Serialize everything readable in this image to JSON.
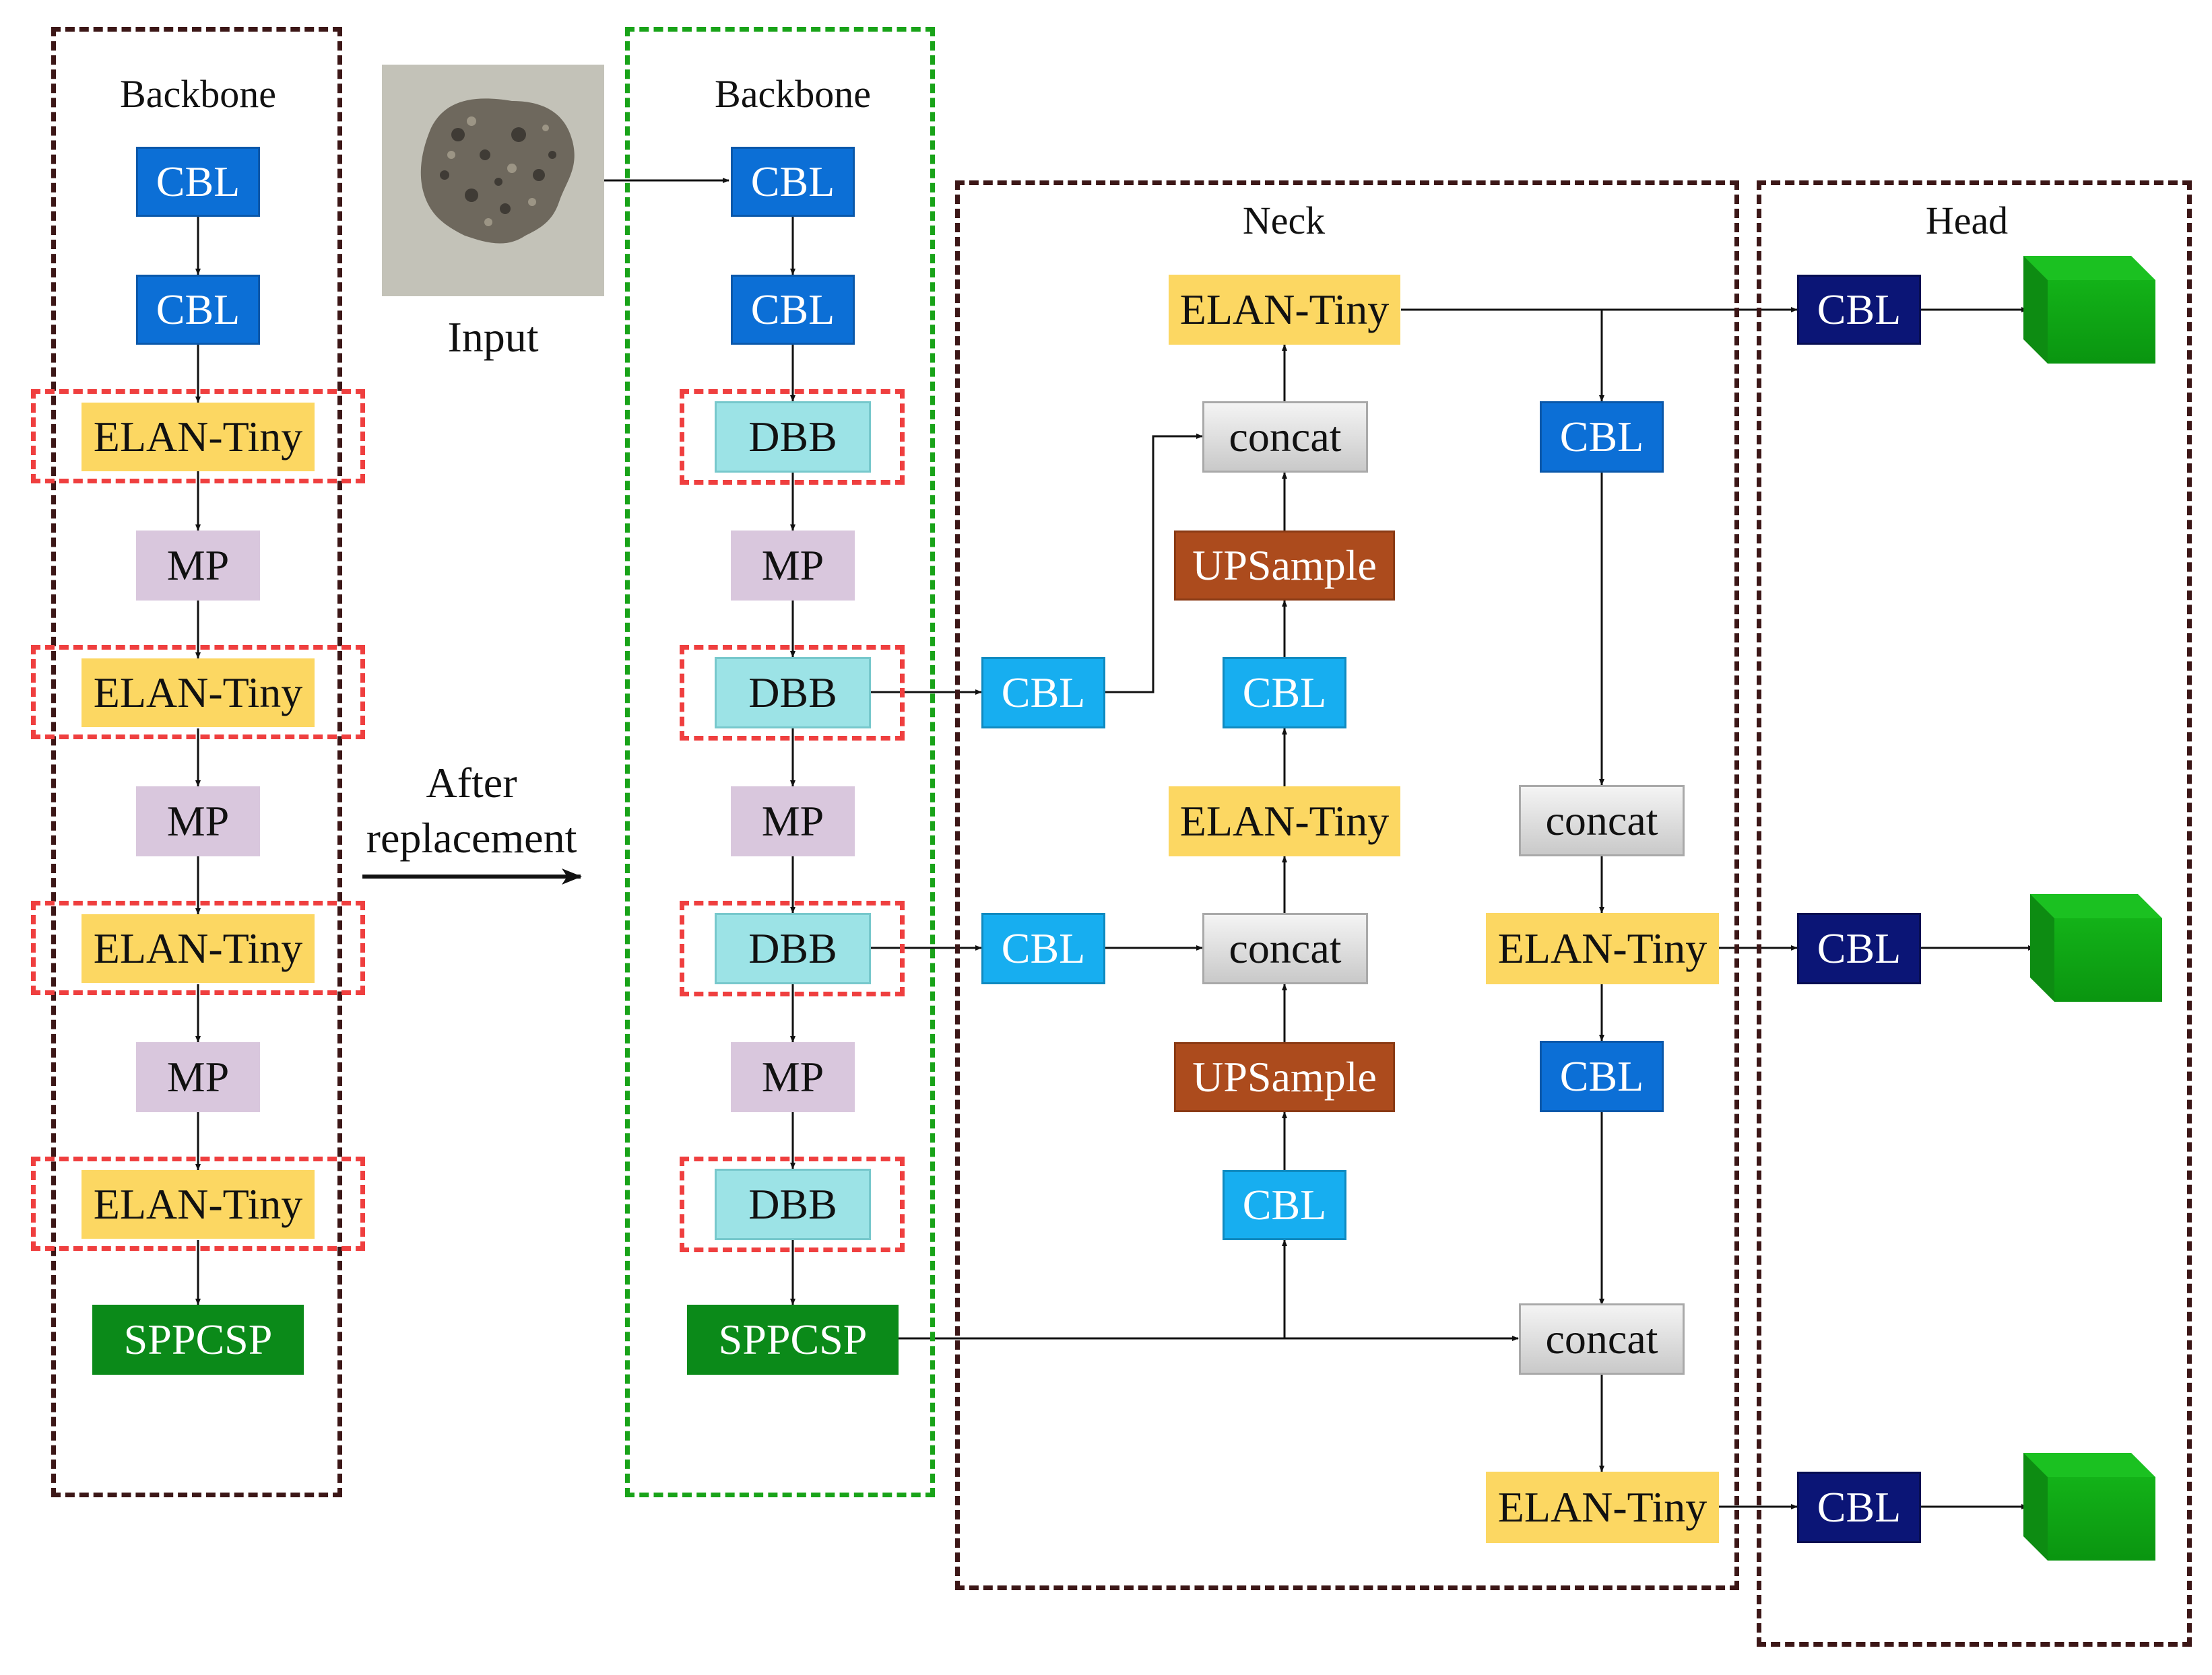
{
  "left_backbone": {
    "title": "Backbone",
    "blocks": [
      "CBL",
      "CBL",
      "ELAN-Tiny",
      "MP",
      "ELAN-Tiny",
      "MP",
      "ELAN-Tiny",
      "MP",
      "ELAN-Tiny",
      "SPPCSP"
    ]
  },
  "input": {
    "label": "Input"
  },
  "arrow_text": {
    "line1": "After",
    "line2": "replacement"
  },
  "new_backbone": {
    "title": "Backbone",
    "blocks": [
      "CBL",
      "CBL",
      "DBB",
      "MP",
      "DBB",
      "MP",
      "DBB",
      "MP",
      "DBB",
      "SPPCSP"
    ]
  },
  "neck": {
    "title": "Neck",
    "lateral_cbl_1": "CBL",
    "lateral_cbl_2": "CBL",
    "top_path": {
      "elan_top": "ELAN-Tiny",
      "concat_top": "concat",
      "upsample_top": "UPSample",
      "cbl_mid": "CBL",
      "elan_mid": "ELAN-Tiny",
      "concat_mid": "concat",
      "upsample_low": "UPSample",
      "cbl_low": "CBL"
    },
    "right_path": {
      "cbl_top": "CBL",
      "concat_1": "concat",
      "elan_1": "ELAN-Tiny",
      "cbl_mid": "CBL",
      "concat_2": "concat",
      "elan_2": "ELAN-Tiny"
    }
  },
  "head": {
    "title": "Head",
    "cbl": [
      "CBL",
      "CBL",
      "CBL"
    ]
  },
  "colors": {
    "frame_dark": "#3c1717",
    "frame_green": "#19a319",
    "frame_red": "#ef3f3f",
    "cbl_blue": "#0c6fd6",
    "cbl_light": "#17aef0",
    "cbl_navy": "#0b1576",
    "elan": "#fcd762",
    "mp": "#d9c7dd",
    "dbb": "#9ce3e6",
    "sppcsp": "#0b8a19",
    "upsample": "#ac4b1d",
    "output_cube": "#0fa414"
  },
  "icons": {
    "input_image": "aggregate-stone-photo",
    "output": "green-cube-icon"
  }
}
